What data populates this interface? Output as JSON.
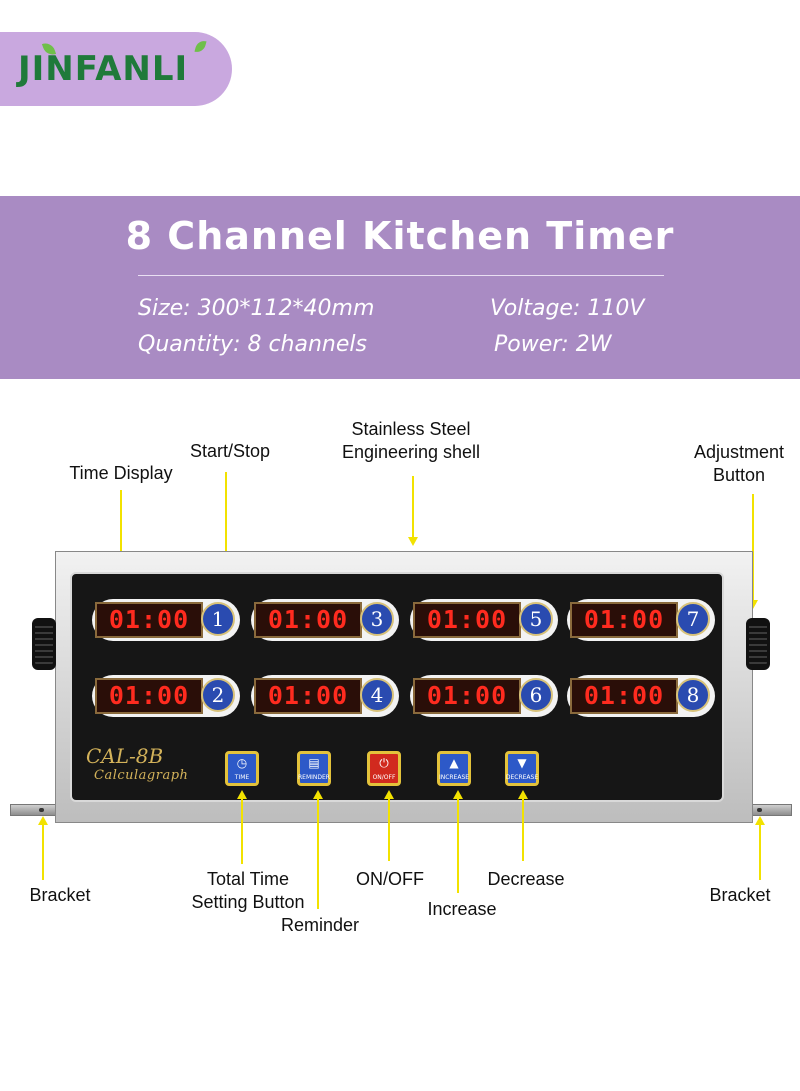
{
  "logo": {
    "text": "JINFANLI"
  },
  "banner": {
    "title": "8 Channel Kitchen Timer",
    "size": "Size: 300*112*40mm",
    "quantity": "Quantity: 8 channels",
    "voltage": "Voltage: 110V",
    "power": "Power: 2W"
  },
  "callouts": {
    "time_display": "Time Display",
    "start_stop": "Start/Stop",
    "shell_line1": "Stainless Steel",
    "shell_line2": "Engineering shell",
    "adjust_line1": "Adjustment",
    "adjust_line2": "Button",
    "bracket_left": "Bracket",
    "bracket_right": "Bracket",
    "total_time_line1": "Total Time",
    "total_time_line2": "Setting Button",
    "reminder": "Reminder",
    "on_off": "ON/OFF",
    "increase": "Increase",
    "decrease": "Decrease"
  },
  "device": {
    "model": "CAL-8B",
    "model_sub": "Calculagraph",
    "timers": [
      {
        "channel": "1",
        "display": "01:00"
      },
      {
        "channel": "3",
        "display": "01:00"
      },
      {
        "channel": "5",
        "display": "01:00"
      },
      {
        "channel": "7",
        "display": "01:00"
      },
      {
        "channel": "2",
        "display": "01:00"
      },
      {
        "channel": "4",
        "display": "01:00"
      },
      {
        "channel": "6",
        "display": "01:00"
      },
      {
        "channel": "8",
        "display": "01:00"
      }
    ],
    "buttons": {
      "time": "TIME",
      "reminder": "REMINDER",
      "on_off": "ON/OFF",
      "increase": "INCREASE",
      "decrease": "DECREASE"
    }
  },
  "colors": {
    "accent_purple": "#a98bc3",
    "logo_green": "#1f7a3a",
    "led_red": "#ff2b1f",
    "arrow_yellow": "#f2e200"
  }
}
